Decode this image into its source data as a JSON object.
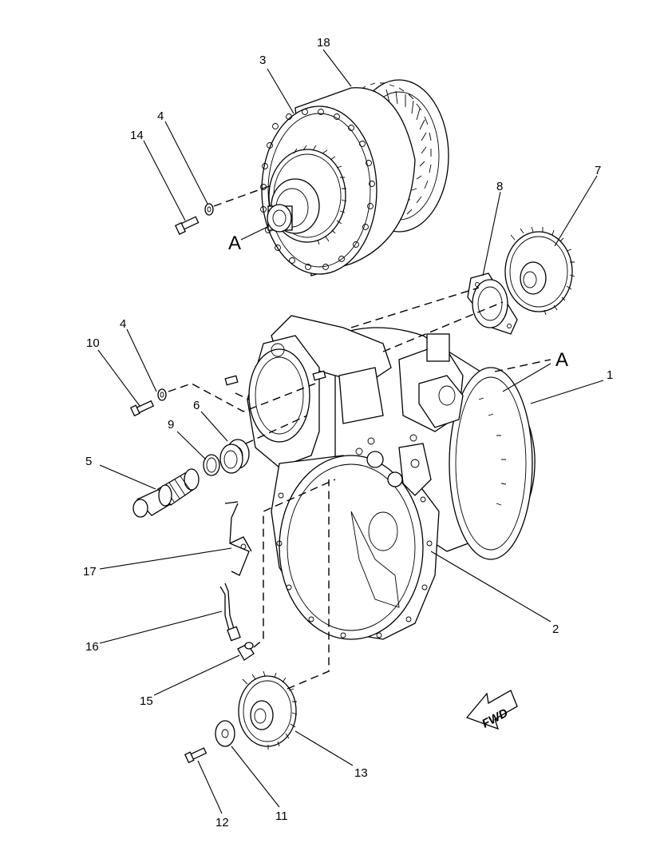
{
  "callouts": {
    "c1": "1",
    "c2": "2",
    "c3": "3",
    "c4a": "4",
    "c4b": "4",
    "c5": "5",
    "c6": "6",
    "c7": "7",
    "c8": "8",
    "c9": "9",
    "c10": "10",
    "c11": "11",
    "c12": "12",
    "c13": "13",
    "c14": "14",
    "c15": "15",
    "c16": "16",
    "c17": "17",
    "c18": "18"
  },
  "view_labels": {
    "a_upper": "A",
    "a_right": "A"
  },
  "direction_arrow": {
    "label": "FWD"
  },
  "colors": {
    "line": "#000000",
    "background": "#ffffff"
  }
}
